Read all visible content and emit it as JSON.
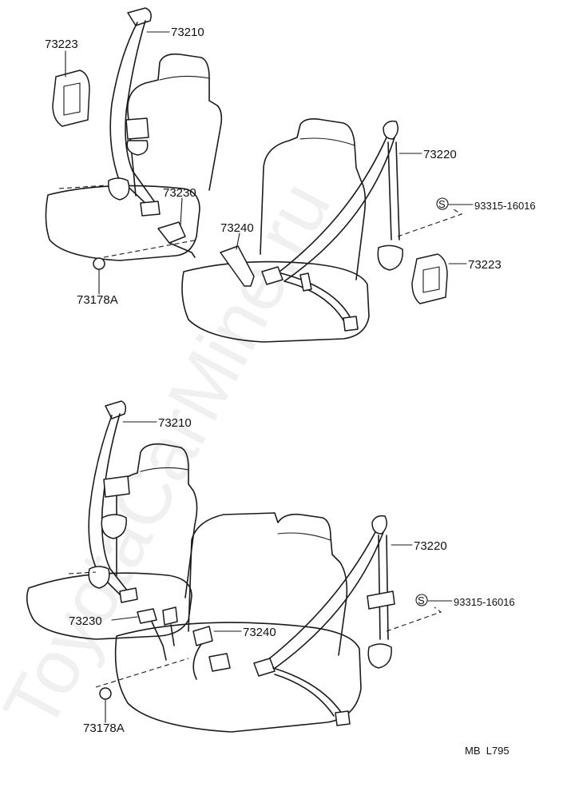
{
  "watermark": "ToyotaCarMine.ru",
  "diagram_code": "MB  L795",
  "top_group": {
    "labels": [
      {
        "id": "retractor-right-front",
        "text": "73210"
      },
      {
        "id": "retractor-cover",
        "text": "73223"
      },
      {
        "id": "buckle-inner",
        "text": "73230"
      },
      {
        "id": "buckle-outer",
        "text": "73240"
      },
      {
        "id": "retractor-left-front",
        "text": "73220"
      },
      {
        "id": "bolt-symbol",
        "text": "S"
      },
      {
        "id": "bolt",
        "text": "93315-16016"
      },
      {
        "id": "retractor-cover-2",
        "text": "73223"
      },
      {
        "id": "cap",
        "text": "73178A"
      }
    ]
  },
  "bottom_group": {
    "labels": [
      {
        "id": "retractor-right-front",
        "text": "73210"
      },
      {
        "id": "retractor-left-front",
        "text": "73220"
      },
      {
        "id": "bolt-symbol",
        "text": "S"
      },
      {
        "id": "bolt",
        "text": "93315-16016"
      },
      {
        "id": "buckle-inner",
        "text": "73230"
      },
      {
        "id": "buckle-outer",
        "text": "73240"
      },
      {
        "id": "cap",
        "text": "73178A"
      }
    ]
  }
}
